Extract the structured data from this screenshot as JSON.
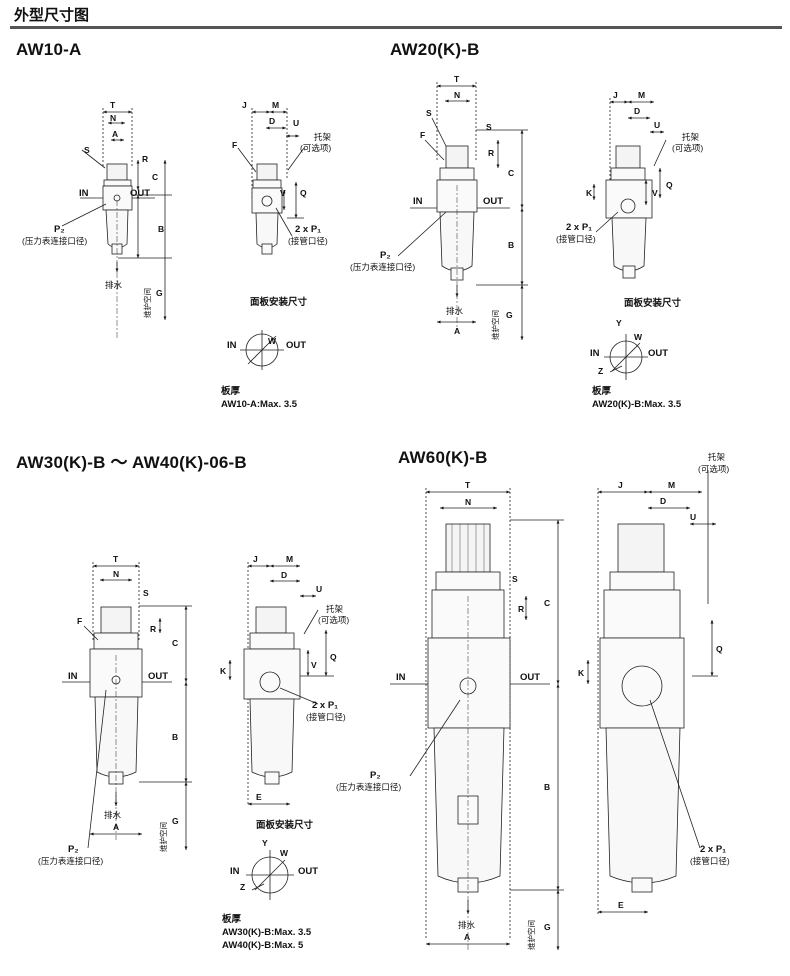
{
  "page": {
    "title": "外型尺寸图"
  },
  "models": {
    "aw10": "AW10-A",
    "aw20": "AW20(K)-B",
    "aw30_40": "AW30(K)-B ～ AW40(K)-06-B",
    "aw60": "AW60(K)-B"
  },
  "labels": {
    "in": "IN",
    "out": "OUT",
    "drain": "排水",
    "p2": "P₂",
    "p2_desc": "(压力表连接口径)",
    "p1": "2 x P₁",
    "p1_desc": "(接管口径)",
    "bracket": "托架",
    "bracket_desc": "(可选项)",
    "panel_mount": "面板安装尺寸",
    "maintenance": "维护空间",
    "plate": "板厚"
  },
  "dims": {
    "T": "T",
    "N": "N",
    "A": "A",
    "S": "S",
    "R": "R",
    "C": "C",
    "B": "B",
    "G": "G",
    "J": "J",
    "M": "M",
    "D": "D",
    "U": "U",
    "F": "F",
    "V": "V",
    "Q": "Q",
    "K": "K",
    "E": "E",
    "W": "W",
    "Y": "Y",
    "Z": "Z"
  },
  "plate_notes": {
    "aw10": [
      "AW10-A:Max. 3.5"
    ],
    "aw20": [
      "AW20(K)-B:Max. 3.5"
    ],
    "aw30_40": [
      "AW30(K)-B:Max. 3.5",
      "AW40(K)-B:Max. 5"
    ]
  }
}
